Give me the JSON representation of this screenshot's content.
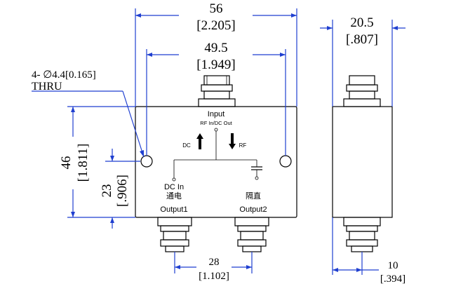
{
  "dims": {
    "overall_width_mm": "56",
    "overall_width_in": "[2.205]",
    "hole_spacing_mm": "49.5",
    "hole_spacing_in": "[1.949]",
    "height_mm": "46",
    "height_in": "[1.811]",
    "half_height_mm": "23",
    "half_height_in": "[.906]",
    "port_spacing_mm": "28",
    "port_spacing_in": "[1.102]",
    "depth_mm": "20.5",
    "depth_in": "[.807]",
    "offset_mm": "10",
    "offset_in": "[.394]"
  },
  "hole_note": {
    "line1": "4- ∅4.4[0.165]",
    "line2": "THRU"
  },
  "labels": {
    "input": "Input",
    "rf_in_dc_out": "RF In/DC Out",
    "dc": "DC",
    "rf": "RF",
    "dc_in": "DC In",
    "dc_in_cn": "通电",
    "dc_block_cn": "隔直",
    "output1": "Output1",
    "output2": "Output2"
  },
  "colors": {
    "dimension_line": "#1f3fd0",
    "outline": "#000000"
  }
}
